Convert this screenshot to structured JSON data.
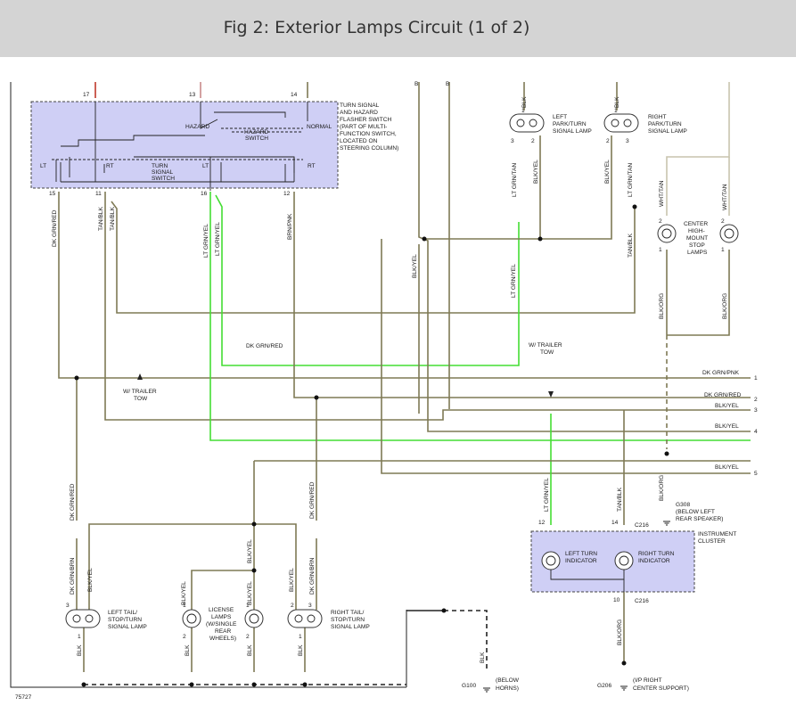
{
  "title": "Fig 2: Exterior Lamps Circuit (1 of 2)",
  "fig_id": "75727",
  "colors": {
    "olive": "#7f7a55",
    "green": "#44dd33",
    "red": "#c0392b",
    "pink": "#c98b8b",
    "tan": "#c8c4ae",
    "switch_fill": "#cfcff5"
  },
  "switch": {
    "label": [
      "TURN SIGNAL",
      "AND HAZARD",
      "FLASHER SWITCH",
      "(PART OF MULTI-",
      "FUNCTION SWITCH,",
      "LOCATED ON",
      "STEERING COLUMN)"
    ],
    "hazard": "HAZARD",
    "normal": "NORMAL",
    "hazard_switch": [
      "HAZARD",
      "SWITCH"
    ],
    "turn_switch": [
      "TURN",
      "SIGNAL",
      "SWITCH"
    ],
    "lt": "LT",
    "rt": "RT",
    "pins_top": [
      "17",
      "13",
      "14"
    ],
    "pins_bottom": [
      "15",
      "11",
      "16",
      "12"
    ]
  },
  "top_markers": [
    "B",
    "B"
  ],
  "wires": {
    "dk_grn_red": "DK GRN/RED",
    "tan_blk": "TAN/BLK",
    "lt_grn_yel": "LT GRN/YEL",
    "brn_pnk": "BRN/PNK",
    "blk": "BLK",
    "blk_yel": "BLK/YEL",
    "lt_grn_tan": "LT GRN/TAN",
    "wht_tan": "WHT/TAN",
    "blk_org": "BLK/ORG",
    "dk_grn_brn": "DK GRN/BRN",
    "dk_grn_pnk": "DK GRN/PNK"
  },
  "lamps": {
    "left_park": [
      "LEFT",
      "PARK/TURN",
      "SIGNAL LAMP"
    ],
    "right_park": [
      "RIGHT",
      "PARK/TURN",
      "SIGNAL LAMP"
    ],
    "center_stop": [
      "CENTER",
      "HIGH-",
      "MOUNT",
      "STOP",
      "LAMPS"
    ],
    "left_tail": [
      "LEFT TAIL/",
      "STOP/TURN",
      "SIGNAL LAMP"
    ],
    "license": [
      "LICENSE",
      "LAMPS",
      "(W/SINGLE",
      "REAR",
      "WHEELS)"
    ],
    "right_tail": [
      "RIGHT TAIL/",
      "STOP/TURN",
      "SIGNAL LAMP"
    ]
  },
  "pins": {
    "p1": "1",
    "p2": "2",
    "p3": "3"
  },
  "trailer_tow": [
    "W/ TRAILER",
    "TOW"
  ],
  "trailer_tow_right": [
    "W/ TRAILER",
    "TOW"
  ],
  "outputs": [
    {
      "label": "DK GRN/PNK",
      "num": "1"
    },
    {
      "label": "DK GRN/RED",
      "num": "2"
    },
    {
      "label": "BLK/YEL",
      "num": "3"
    },
    {
      "label": "BLK/YEL",
      "num": "4"
    },
    {
      "label": "BLK/YEL",
      "num": "5"
    }
  ],
  "cluster": {
    "label": [
      "INSTRUMENT",
      "CLUSTER"
    ],
    "left_ind": [
      "LEFT TURN",
      "INDICATOR"
    ],
    "right_ind": [
      "RIGHT TURN",
      "INDICATOR"
    ],
    "pin12": "12",
    "pin14": "14",
    "pin10": "10",
    "c216": "C216"
  },
  "grounds": {
    "g308": "G308",
    "g308_desc": [
      "(BELOW LEFT",
      "REAR SPEAKER)"
    ],
    "g100": "G100",
    "g100_desc": [
      "(BELOW",
      "HORNS)"
    ],
    "g206": "G206",
    "g206_desc": [
      "(I/P RIGHT",
      "CENTER SUPPORT)"
    ]
  }
}
